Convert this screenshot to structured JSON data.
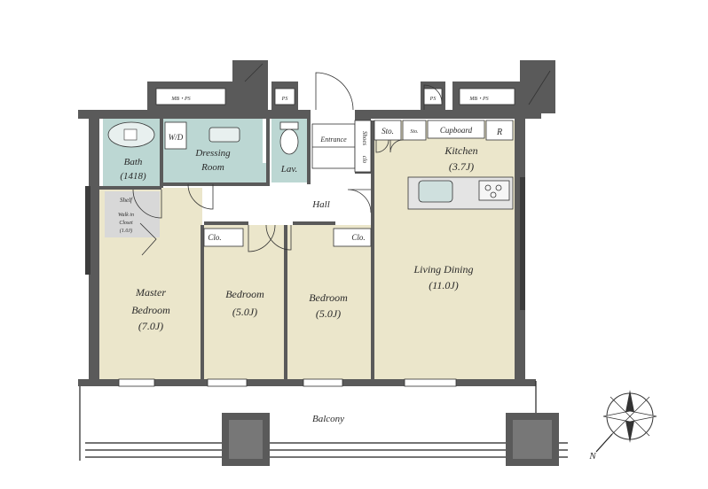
{
  "rooms": {
    "master": {
      "label1": "Master",
      "label2": "Bedroom",
      "size": "(7.0J)"
    },
    "bedroom1": {
      "label": "Bedroom",
      "size": "(5.0J)"
    },
    "bedroom2": {
      "label": "Bedroom",
      "size": "(5.0J)"
    },
    "living": {
      "label": "Living Dining",
      "size": "(11.0J)"
    },
    "kitchen": {
      "label": "Kitchen",
      "size": "(3.7J)"
    },
    "bath": {
      "label": "Bath",
      "size": "(1418)"
    },
    "dressing": {
      "label1": "Dressing",
      "label2": "Room"
    },
    "lav": {
      "label": "Lav."
    },
    "hall": {
      "label": "Hall"
    },
    "entrance": {
      "label": "Entrance"
    },
    "balcony": {
      "label": "Balcony"
    }
  },
  "small_labels": {
    "wd": "W/D",
    "shelf": "Shelf",
    "walk_in1": "Walk in",
    "walk_in2": "Closet",
    "walk_in3": "(1.0J)",
    "clo1": "Clo.",
    "clo2": "Clo.",
    "sto1": "Sto.",
    "sto2": "Sto.",
    "cupboard": "Cupboard",
    "r": "R",
    "shoes1": "Shoes",
    "shoes2": "clo",
    "mb_ps_left": "MB・PS",
    "ps_left": "PS",
    "ps_right": "PS",
    "mb_ps_right": "MB・PS"
  },
  "compass": {
    "north": "N"
  },
  "colors": {
    "floor": "#ebe6cb",
    "wet_area": "#bcd7d3",
    "wall": "#5a5a5a"
  }
}
